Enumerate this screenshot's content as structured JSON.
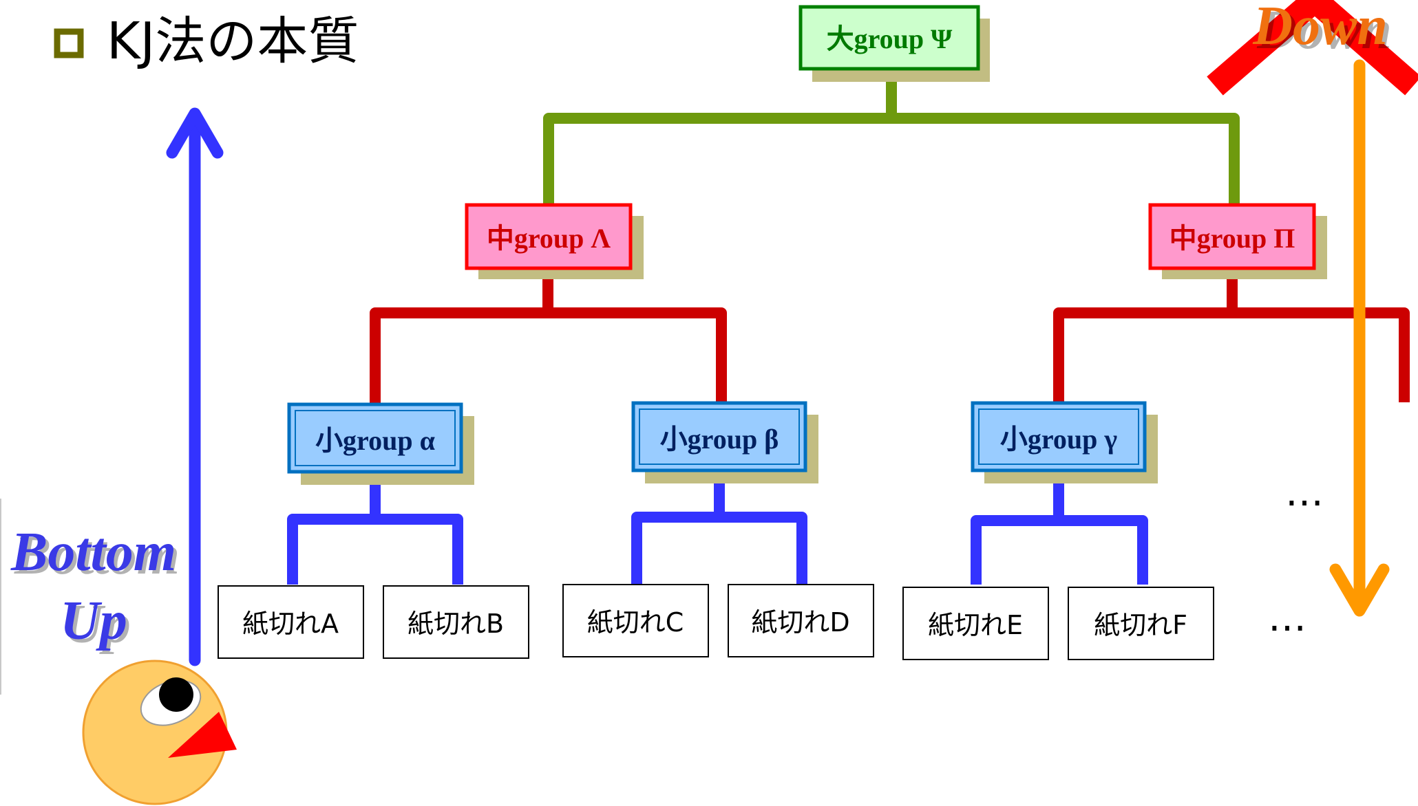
{
  "slide": {
    "title": "KJ法の本質",
    "bottom_up_line1": "Bottom",
    "bottom_up_line2": "Up",
    "top_down": "Down",
    "ellipsis_upper": "…",
    "ellipsis_lower": "…"
  },
  "groups": {
    "large": "大group Ψ",
    "medium": [
      "中group Λ",
      "中group Π"
    ],
    "small": [
      "小group α",
      "小group β",
      "小group γ"
    ]
  },
  "cards": [
    "紙切れA",
    "紙切れB",
    "紙切れC",
    "紙切れD",
    "紙切れE",
    "紙切れF"
  ],
  "colors": {
    "large_fill": "#ccffcc",
    "large_border": "#008000",
    "large_text": "#007a00",
    "medium_fill": "#ff99cc",
    "medium_border": "#ff0000",
    "medium_text": "#cc0000",
    "small_fill": "#99ccff",
    "small_border": "#0070c0",
    "small_text": "#002060",
    "shadow": "#c2bd82",
    "line_large": "#6e9a0e",
    "line_medium": "#cc0000",
    "line_small": "#3333ff",
    "bottom_up_arrow": "#3333ff",
    "top_down_arrow": "#ff9900",
    "down_chevron": "#ff0000",
    "bullet": "#6b6b00",
    "face": "#ffcc66",
    "beak": "#ff0000"
  }
}
